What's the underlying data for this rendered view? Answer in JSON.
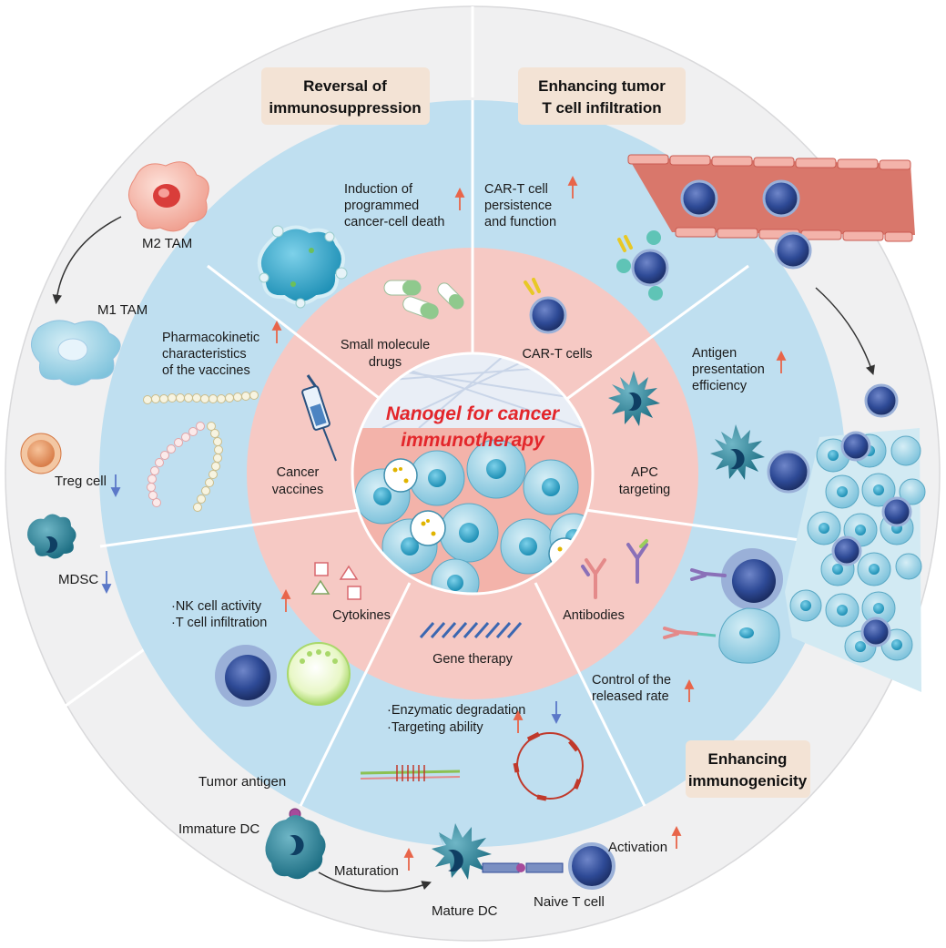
{
  "center_title": [
    "Nanogel for cancer",
    "immunotherapy"
  ],
  "headers": {
    "reversal": [
      "Reversal of",
      "immunosuppression"
    ],
    "infiltration": [
      "Enhancing tumor",
      "T cell infiltration"
    ],
    "immunogenicity": [
      "Enhancing",
      "immunogenicity"
    ]
  },
  "inner_ring": {
    "small_molecule": [
      "Small molecule",
      "drugs"
    ],
    "car_t": "CAR-T cells",
    "apc": [
      "APC",
      "targeting"
    ],
    "antibodies": "Antibodies",
    "gene_therapy": "Gene therapy",
    "cytokines": "Cytokines",
    "vaccines": [
      "Cancer",
      "vaccines"
    ]
  },
  "middle_ring": {
    "programmed_death": [
      "Induction of",
      "programmed",
      "cancer-cell death"
    ],
    "car_t_persistence": [
      "CAR-T cell",
      "persistence",
      "and function"
    ],
    "antigen_presentation": [
      "Antigen",
      "presentation",
      "efficiency"
    ],
    "released_rate": [
      "Control of the",
      "released rate"
    ],
    "enzymatic": [
      "·Enzymatic degradation",
      "·Targeting ability"
    ],
    "nk_activity": [
      "·NK cell activity",
      "·T cell infiltration"
    ],
    "pharmacokinetic": [
      "Pharmacokinetic",
      "characteristics",
      "of the vaccines"
    ]
  },
  "outer_labels": {
    "m2_tam": "M2 TAM",
    "m1_tam": "M1 TAM",
    "treg": "Treg cell",
    "mdsc": "MDSC",
    "tumor_antigen": "Tumor antigen",
    "immature_dc": "Immature DC",
    "maturation": "Maturation",
    "mature_dc": "Mature DC",
    "naive_t": "Naive T cell",
    "activation": "Activation"
  },
  "colors": {
    "outer_ring": "#f0f0f1",
    "middle_ring": "#bfdff0",
    "inner_ring": "#f6c9c4",
    "header_box": "#f3e3d5",
    "arrow_up": "#e8654a",
    "arrow_down": "#5b78c8",
    "center_text": "#e3262b"
  }
}
